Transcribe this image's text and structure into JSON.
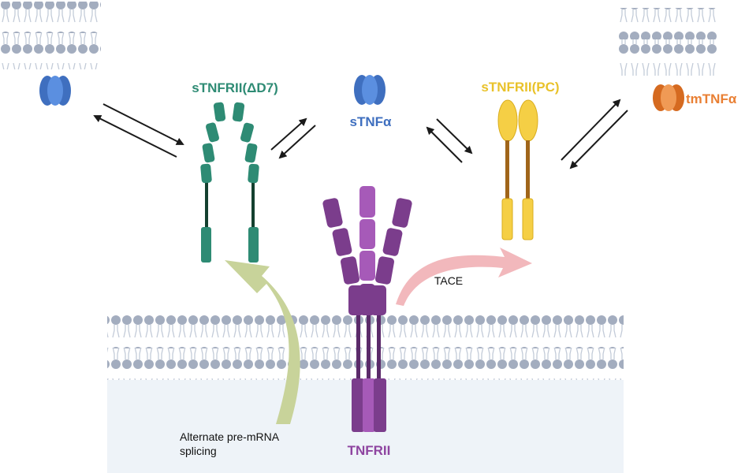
{
  "labels": {
    "stnfrii_d7": "sTNFRII(ΔD7)",
    "stnfa": "sTNFα",
    "stnfrii_pc": "sTNFRII(PC)",
    "tmtnfa": "tmTNFα",
    "tace": "TACE",
    "splicing_line1": "Alternate pre-mRNA",
    "splicing_line2": "splicing",
    "tnfrii": "TNFRII"
  },
  "colors": {
    "d7_green": "#2e8b74",
    "d7_dark": "#14402f",
    "stnfa_blue": "#3f6fbf",
    "pc_yellow": "#f5cf45",
    "pc_brown": "#a0651a",
    "tmtnfa_orange": "#e97f33",
    "tnfrii_purple": "#7b3d8c",
    "tnfrii_light": "#a65ab8",
    "tace_pink": "#f2b8bc",
    "splice_green": "#c8d39a",
    "membrane_head": "#a3adbf",
    "membrane_tail": "#c3cbd8",
    "cytoplasm": "#eef3f8"
  },
  "icons": [
    "membrane-bilayer",
    "tnf-trimer-icon",
    "receptor-icon",
    "equilibrium-arrows-icon",
    "curved-arrow-icon"
  ]
}
